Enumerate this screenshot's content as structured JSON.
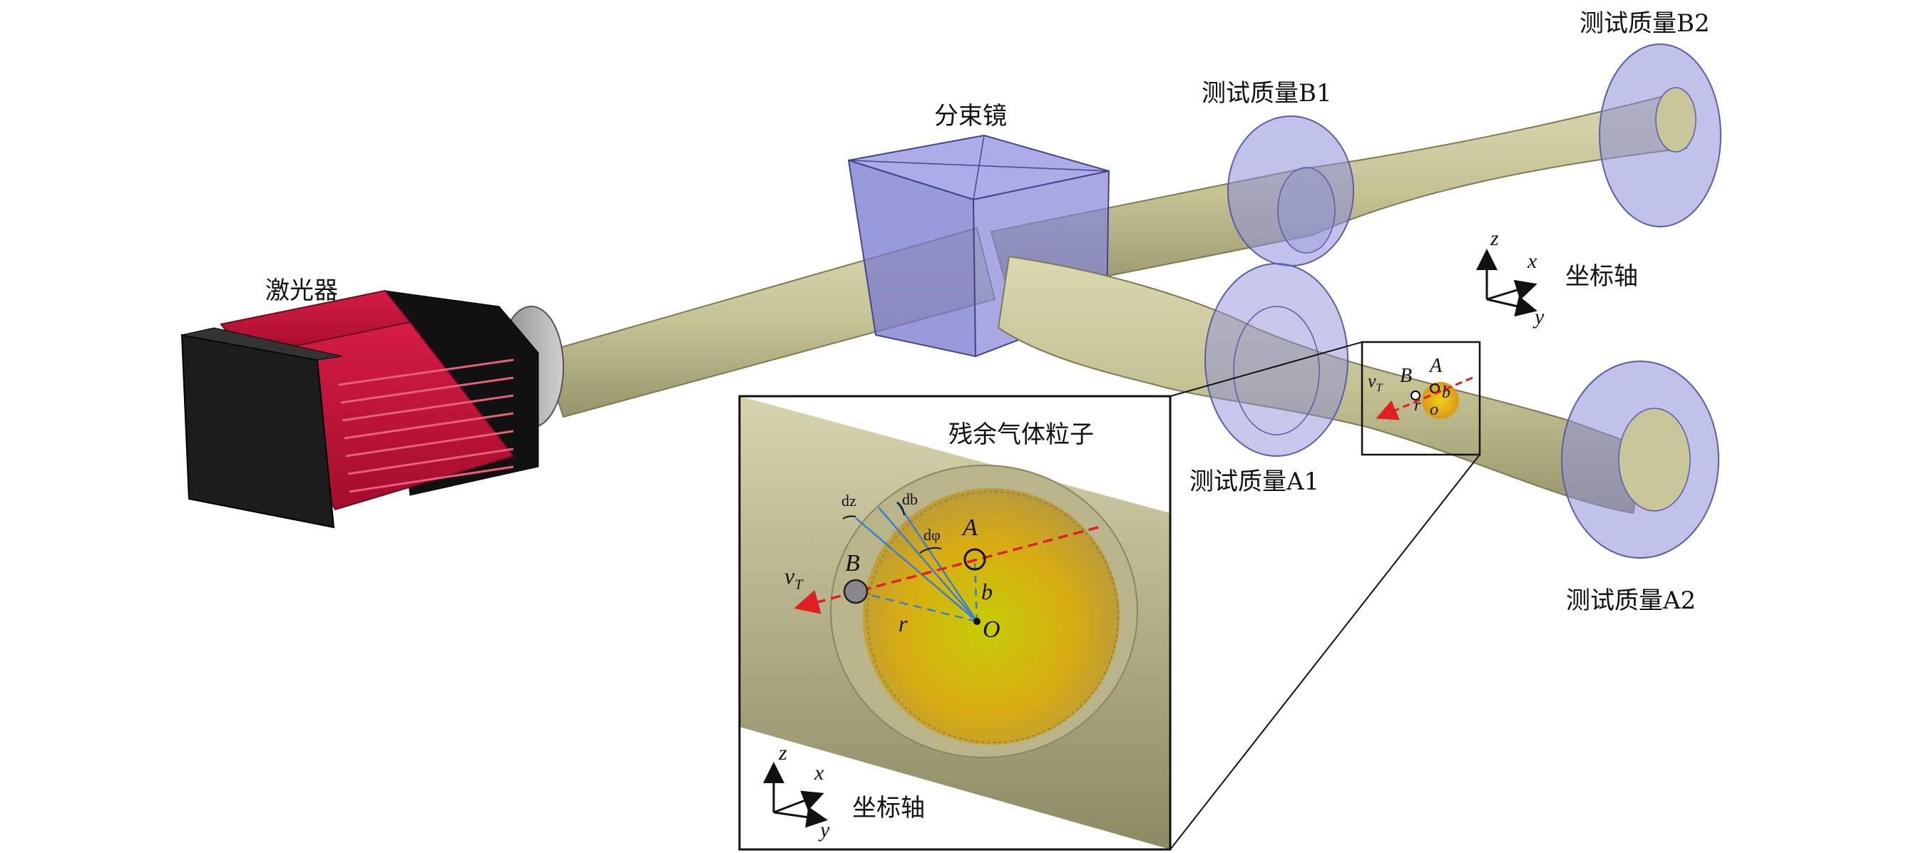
{
  "labels": {
    "laser": "激光器",
    "beam_splitter": "分束镜",
    "test_mass_b1": "测试质量B1",
    "test_mass_b2": "测试质量B2",
    "test_mass_a1": "测试质量A1",
    "test_mass_a2": "测试质量A2",
    "axes": "坐标轴",
    "residual_gas": "残余气体粒子",
    "inset_axes": "坐标轴"
  },
  "symbols": {
    "x": "x",
    "y": "y",
    "z": "z",
    "vT": "v",
    "vT_sub": "T",
    "A": "A",
    "B": "B",
    "O": "O",
    "o": "o",
    "b": "b",
    "r": "r",
    "dz": "dz",
    "db": "db",
    "dphi": "dφ"
  },
  "colors": {
    "beam": "#c9c79a",
    "beam_dark": "#8f8c62",
    "beamsplitter": "#7e7fd6",
    "testmass": "#8d90d8",
    "laser_red": "#c8163c",
    "laser_black": "#1c1c1c",
    "velocity_arrow": "#e02020",
    "guide_lines": "#3a7fd0",
    "gas_center": "#d9c00c"
  }
}
